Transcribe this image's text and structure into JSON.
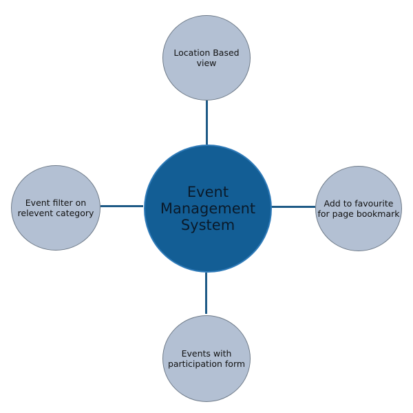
{
  "diagram": {
    "center": {
      "label": "Event\nManagement\nSystem"
    },
    "nodes": {
      "top": {
        "label": "Location Based\nview"
      },
      "left": {
        "label": "Event filter on\nrelevent category"
      },
      "right": {
        "label": "Add to favourite\nfor page bookmark"
      },
      "bottom": {
        "label": "Events with\nparticipation form"
      }
    }
  },
  "colors": {
    "center_fill": "#135e95",
    "node_fill": "#b3c0d3",
    "connector": "#1e5a86"
  }
}
